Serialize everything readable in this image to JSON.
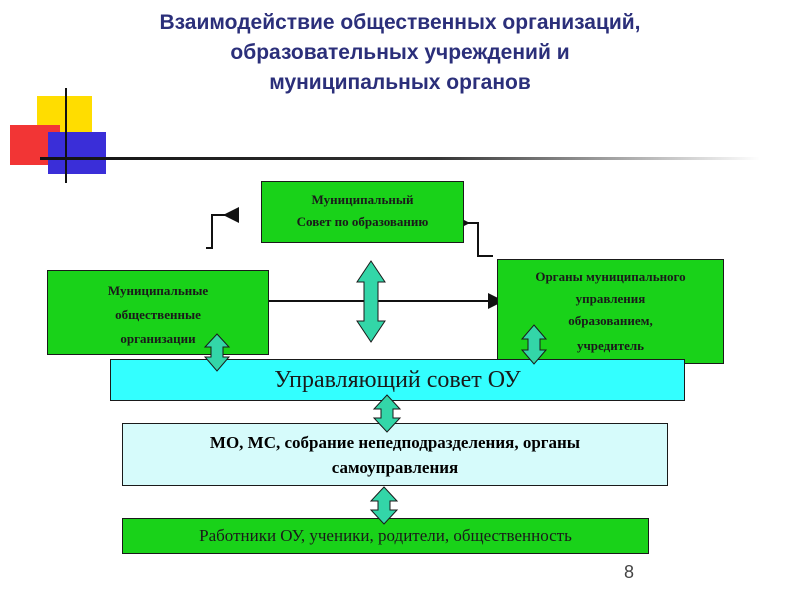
{
  "slide": {
    "title_lines": [
      "Взаимодействие общественных организаций,",
      "образовательных учреждений и",
      "муниципальных органов"
    ],
    "page_number": "8"
  },
  "diagram": {
    "council": [
      "Муниципальный",
      "Совет по образованию"
    ],
    "public_orgs": [
      "Муниципальные",
      "общественные",
      "организации"
    ],
    "authority": [
      "Органы муниципального",
      "управления",
      "образованием,",
      "учредитель"
    ],
    "governing_council": "Управляющий совет ОУ",
    "units": [
      "МО, МС, собрание  непедподразделения, органы",
      "самоуправления"
    ],
    "participants": "Работники ОУ, ученики, родители, общественность"
  },
  "colors": {
    "title": "#2b2f7a",
    "green": "#19d219",
    "cyan": "#33ffff",
    "light_cyan": "#d6fbfb",
    "arrow_fill": "#33d6a8"
  }
}
